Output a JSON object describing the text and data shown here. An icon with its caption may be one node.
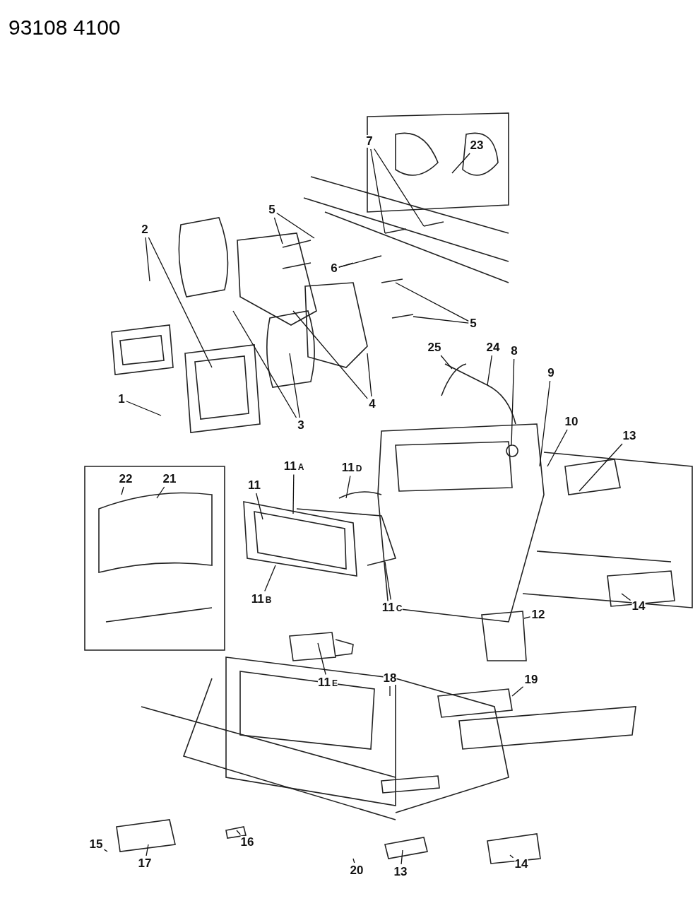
{
  "diagram": {
    "title": "93108 4100",
    "nodes": [
      {
        "text": [
          "1"
        ]
      },
      {
        "text": [
          "2"
        ]
      },
      {
        "text": [
          "3"
        ]
      },
      {
        "text": [
          "4"
        ]
      },
      {
        "text": [
          "5"
        ]
      },
      {
        "text": [
          "5"
        ]
      },
      {
        "text": [
          "6"
        ]
      },
      {
        "text": [
          "7"
        ]
      },
      {
        "text": [
          "23"
        ]
      },
      {
        "text": [
          "25"
        ]
      },
      {
        "text": [
          "24"
        ]
      },
      {
        "text": [
          "8"
        ]
      },
      {
        "text": [
          "9"
        ]
      },
      {
        "text": [
          "10"
        ]
      },
      {
        "text": [
          "13"
        ]
      },
      {
        "text": [
          "22"
        ]
      },
      {
        "text": [
          "21"
        ]
      },
      {
        "text": [
          "11"
        ]
      },
      {
        "text": [
          "11$_{A}$"
        ]
      },
      {
        "text": [
          "11$_{D}$"
        ]
      },
      {
        "text": [
          "11$_{B}$"
        ]
      },
      {
        "text": [
          "11$_{C}$"
        ]
      },
      {
        "text": [
          "12"
        ]
      },
      {
        "text": [
          "14"
        ]
      },
      {
        "text": [
          "11$_{E}$"
        ]
      },
      {
        "text": [
          "19"
        ]
      },
      {
        "text": [
          "18"
        ]
      },
      {
        "text": [
          "15"
        ]
      },
      {
        "text": [
          "17"
        ]
      },
      {
        "text": [
          "16"
        ]
      },
      {
        "text": [
          "20"
        ]
      },
      {
        "text": [
          "13"
        ]
      },
      {
        "text": [
          "14"
        ]
      }
    ],
    "edges": [
      {
        "from": 0,
        "to": null,
        "arrow": "none"
      },
      {
        "from": 1,
        "to": null,
        "arrow": "none"
      },
      {
        "from": 1,
        "to": null,
        "arrow": "none"
      },
      {
        "from": 2,
        "to": null,
        "arrow": "none"
      },
      {
        "from": 2,
        "to": null,
        "arrow": "none"
      },
      {
        "from": 3,
        "to": null,
        "arrow": "none"
      },
      {
        "from": 3,
        "to": null,
        "arrow": "none"
      },
      {
        "from": 4,
        "to": null,
        "arrow": "none"
      },
      {
        "from": 4,
        "to": null,
        "arrow": "none"
      },
      {
        "from": 5,
        "to": null,
        "arrow": "none"
      },
      {
        "from": 5,
        "to": null,
        "arrow": "none"
      },
      {
        "from": 6,
        "to": null,
        "arrow": "none"
      },
      {
        "from": 6,
        "to": null,
        "arrow": "none"
      },
      {
        "from": 7,
        "to": null,
        "arrow": "none"
      },
      {
        "from": 7,
        "to": null,
        "arrow": "none"
      },
      {
        "from": 8,
        "to": null,
        "arrow": "none"
      },
      {
        "from": 9,
        "to": null,
        "arrow": "none"
      },
      {
        "from": 10,
        "to": null,
        "arrow": "none"
      },
      {
        "from": 11,
        "to": null,
        "arrow": "none"
      },
      {
        "from": 12,
        "to": null,
        "arrow": "none"
      },
      {
        "from": 13,
        "to": null,
        "arrow": "none"
      },
      {
        "from": 14,
        "to": null,
        "arrow": "none"
      },
      {
        "from": 15,
        "to": null,
        "arrow": "none"
      },
      {
        "from": 16,
        "to": null,
        "arrow": "none"
      },
      {
        "from": 17,
        "to": null,
        "arrow": "none"
      },
      {
        "from": 18,
        "to": null,
        "arrow": "none"
      },
      {
        "from": 19,
        "to": null,
        "arrow": "none"
      },
      {
        "from": 20,
        "to": null,
        "arrow": "none"
      },
      {
        "from": 21,
        "to": null,
        "arrow": "none"
      },
      {
        "from": 22,
        "to": null,
        "arrow": "none"
      },
      {
        "from": 23,
        "to": null,
        "arrow": "none"
      },
      {
        "from": 24,
        "to": null,
        "arrow": "none"
      },
      {
        "from": 25,
        "to": null,
        "arrow": "none"
      },
      {
        "from": 26,
        "to": null,
        "arrow": "none"
      },
      {
        "from": 27,
        "to": null,
        "arrow": "none"
      },
      {
        "from": 28,
        "to": null,
        "arrow": "none"
      },
      {
        "from": 29,
        "to": null,
        "arrow": "none"
      },
      {
        "from": 30,
        "to": null,
        "arrow": "none"
      },
      {
        "from": 31,
        "to": null,
        "arrow": "none"
      },
      {
        "from": 32,
        "to": null,
        "arrow": "none"
      }
    ]
  }
}
